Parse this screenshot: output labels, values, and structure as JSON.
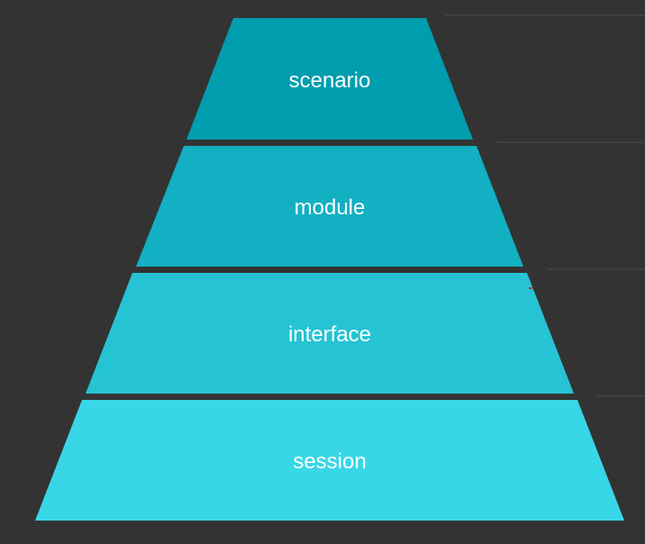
{
  "pyramid": {
    "levels": [
      {
        "label": "scenario",
        "color": "#009DAF"
      },
      {
        "label": "module",
        "color": "#12B0C2"
      },
      {
        "label": "interface",
        "color": "#25C3D4"
      },
      {
        "label": "session",
        "color": "#37D7E7"
      }
    ],
    "guide_line_color": "#4A4A4A",
    "marker_color": "#C9302C"
  }
}
